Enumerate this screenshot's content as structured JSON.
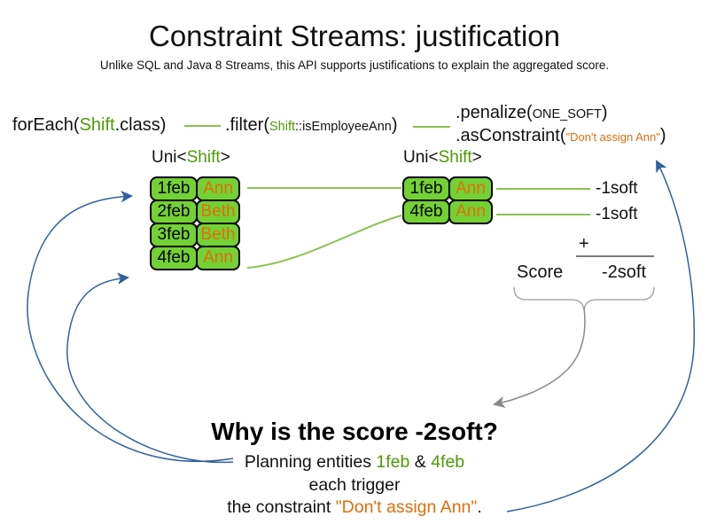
{
  "title": "Constraint Streams: justification",
  "subtitle": "Unlike SQL and Java 8 Streams, this API supports justifications to explain the aggregated score.",
  "pipeline": {
    "foreach": {
      "pre": "forEach(",
      "cls": "Shift",
      "post": ".class)"
    },
    "filter": {
      "pre": ".filter(",
      "cls": "Shift",
      "method": "::isEmployeeAnn",
      "post": ")"
    },
    "penalize": {
      "pre": ".penalize(",
      "arg": "ONE_SOFT",
      "post": ")"
    },
    "as_constraint": {
      "pre": ".asConstraint(",
      "arg": "\"Don't assign Ann\"",
      "post": ")"
    }
  },
  "uni_left": {
    "pre": "Uni<",
    "type": "Shift",
    "post": ">"
  },
  "uni_right": {
    "pre": "Uni<",
    "type": "Shift",
    "post": ">"
  },
  "tables": {
    "left": {
      "rows": [
        {
          "date": "1feb",
          "name": "Ann"
        },
        {
          "date": "2feb",
          "name": "Beth"
        },
        {
          "date": "3feb",
          "name": "Beth"
        },
        {
          "date": "4feb",
          "name": "Ann"
        }
      ]
    },
    "right": {
      "rows": [
        {
          "date": "1feb",
          "name": "Ann"
        },
        {
          "date": "4feb",
          "name": "Ann"
        }
      ]
    }
  },
  "score_panel": {
    "penalty1": "-1soft",
    "penalty2": "-1soft",
    "plus": "+",
    "label": "Score",
    "total": "-2soft"
  },
  "explanation": {
    "heading": "Why is the score -2soft?",
    "line1": {
      "pre": "Planning entities ",
      "entity1": "1feb",
      "joiner": " & ",
      "entity2": "4feb"
    },
    "line2": "each trigger",
    "line3": {
      "pre": "the constraint ",
      "constraint": "\"Don't assign Ann\"",
      "post": "."
    }
  },
  "colors": {
    "green_fill": "#74d135",
    "green_line": "#8cc152",
    "green_text": "#4e9a06",
    "orange": "#e36c0a",
    "blue": "#31609f",
    "gray_arrow": "#8a8a8a",
    "gray_brace": "#ababab"
  }
}
